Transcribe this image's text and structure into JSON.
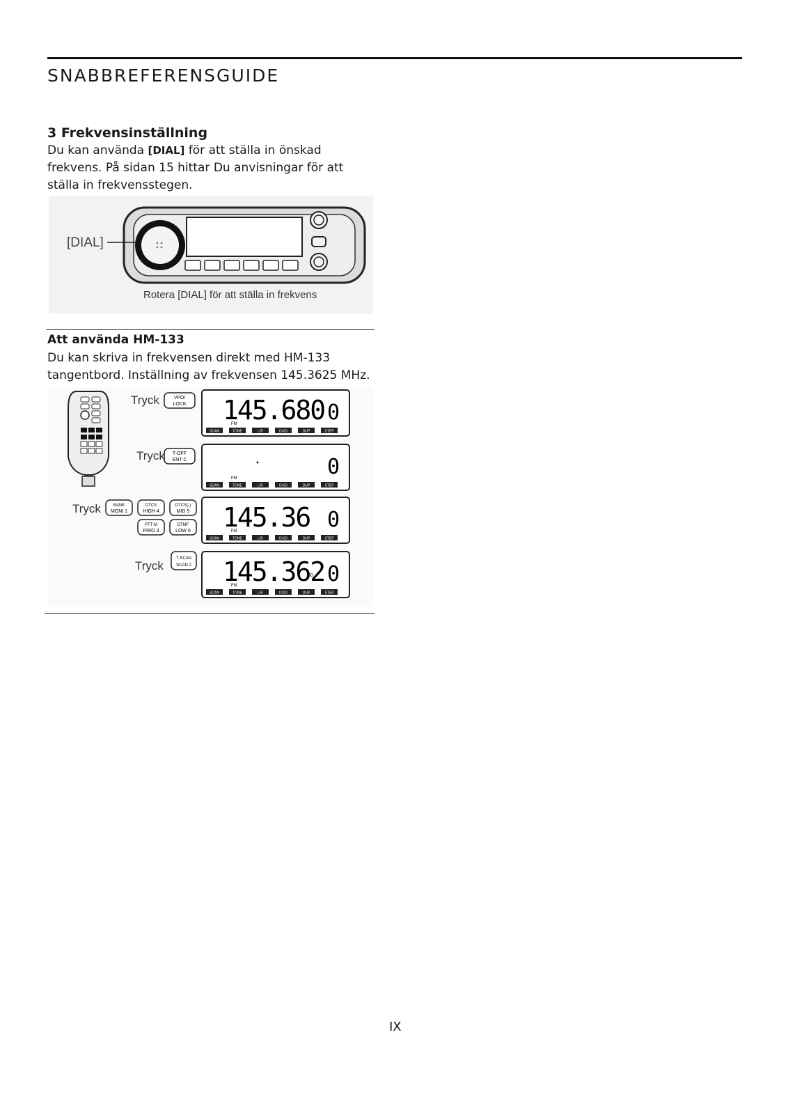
{
  "header": {
    "title": "SNABBREFERENSGUIDE"
  },
  "section": {
    "heading": "3 Frekvensinställning",
    "intro_before": "Du kan använda ",
    "intro_key": "[DIAL]",
    "intro_after_line1": " för att ställa in önskad",
    "intro_line2": "frekvens. På sidan 15 hittar Du anvisningar för att",
    "intro_line3": "ställa in frekvensstegen."
  },
  "figure_dial": {
    "label": "[DIAL]",
    "caption": "Rotera [DIAL] för att ställa in frekvens"
  },
  "subsection": {
    "heading": "Att använda HM-133",
    "line1": "Du kan skriva in frekvensen direkt med HM-133",
    "line2": "tangentbord. Inställning av frekvensen 145.3625 MHz."
  },
  "figure_keypad": {
    "press_label": "Tryck",
    "steps": [
      {
        "keys": [
          [
            "VFO/",
            "LOCK"
          ]
        ],
        "display": "145.680",
        "channel": "0"
      },
      {
        "keys": [
          [
            "T-OFF",
            "ENT C"
          ]
        ],
        "display": "",
        "channel": "0"
      },
      {
        "keys": [
          [
            "BANK",
            "MONI 1"
          ],
          [
            "DTCS",
            "HIGH 4"
          ],
          [
            "DTCS(-)",
            "MID 5"
          ],
          [
            "PTT-M",
            "PRIO 3"
          ],
          [
            "DTMF",
            "LOW 6"
          ]
        ],
        "display": "145.36",
        "channel": "0"
      },
      {
        "keys": [
          [
            "T-SCAN",
            "SCAN 2"
          ]
        ],
        "display": "145.362",
        "channel": "0",
        "suffix": "50"
      }
    ],
    "mode_label": "FM",
    "softkeys": [
      "SCAN",
      "TONE",
      "L/R",
      "DX/D",
      "DUP",
      "STEP"
    ]
  },
  "footer": {
    "page_number": "IX"
  }
}
